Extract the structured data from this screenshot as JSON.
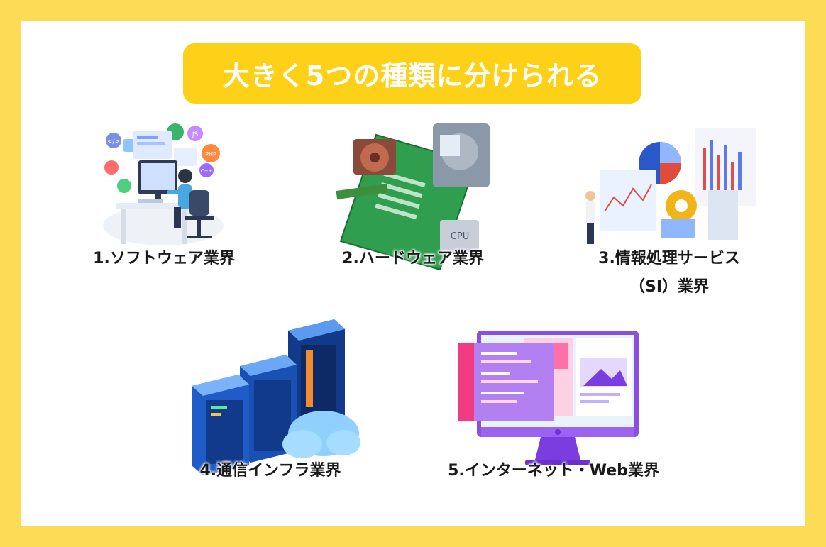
{
  "title": "大きく5つの種類に分けられる",
  "colors": {
    "background": "#fddb55",
    "card": "#ffffff",
    "title_pill": "#fdd117",
    "title_text": "#ffffff",
    "label_text": "#1a1a1a"
  },
  "categories": [
    {
      "label": "1.ソフトウェア業界",
      "icon": "software-developer-illustration"
    },
    {
      "label": "2.ハードウェア業界",
      "icon": "computer-hardware-illustration"
    },
    {
      "label_line1": "3.情報処理サービス",
      "label_line2": "（SI）業界",
      "icon": "data-analytics-illustration"
    },
    {
      "label": "4.通信インフラ業界",
      "icon": "server-cloud-illustration"
    },
    {
      "label": "5.インターネット・Web業界",
      "icon": "web-monitor-illustration"
    }
  ],
  "illustration_text": {
    "code_tag": "</>",
    "js": "JS",
    "php": "PHP",
    "cpp": "C++",
    "cpu": "CPU"
  }
}
